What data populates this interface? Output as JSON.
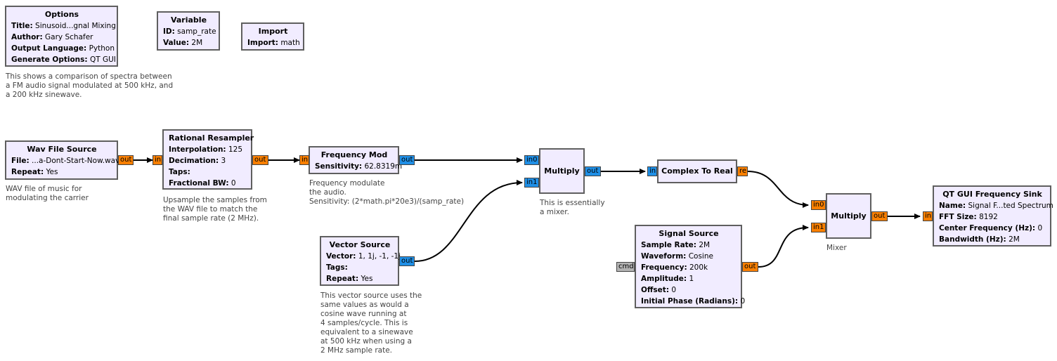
{
  "options": {
    "title": "Options",
    "params": [
      {
        "label": "Title:",
        "value": "Sinusoid...gnal Mixing"
      },
      {
        "label": "Author:",
        "value": "Gary Schafer"
      },
      {
        "label": "Output Language:",
        "value": "Python"
      },
      {
        "label": "Generate Options:",
        "value": "QT GUI"
      }
    ],
    "comment": "This shows a comparison of spectra between\na FM audio signal modulated at 500 kHz, and\na 200 kHz sinewave."
  },
  "variable": {
    "title": "Variable",
    "params": [
      {
        "label": "ID:",
        "value": "samp_rate"
      },
      {
        "label": "Value:",
        "value": "2M"
      }
    ]
  },
  "import": {
    "title": "Import",
    "params": [
      {
        "label": "Import:",
        "value": "math"
      }
    ]
  },
  "wav": {
    "title": "Wav File Source",
    "params": [
      {
        "label": "File:",
        "value": "...a-Dont-Start-Now.wav"
      },
      {
        "label": "Repeat:",
        "value": "Yes"
      }
    ],
    "out": "out",
    "comment": "WAV file of music for\nmodulating the carrier"
  },
  "resampler": {
    "title": "Rational Resampler",
    "params": [
      {
        "label": "Interpolation:",
        "value": "125"
      },
      {
        "label": "Decimation:",
        "value": "3"
      },
      {
        "label": "Taps:",
        "value": ""
      },
      {
        "label": "Fractional BW:",
        "value": "0"
      }
    ],
    "in": "in",
    "out": "out",
    "comment": "Upsample the samples from\nthe WAV file to match the\nfinal sample rate (2 MHz)."
  },
  "fmod": {
    "title": "Frequency Mod",
    "params": [
      {
        "label": "Sensitivity:",
        "value": "62.8319m"
      }
    ],
    "in": "in",
    "out": "out",
    "comment": "Frequency modulate\nthe audio.\nSensitivity: (2*math.pi*20e3)/(samp_rate)"
  },
  "vector": {
    "title": "Vector Source",
    "params": [
      {
        "label": "Vector:",
        "value": "1, 1j, -1, -1j"
      },
      {
        "label": "Tags:",
        "value": ""
      },
      {
        "label": "Repeat:",
        "value": "Yes"
      }
    ],
    "out": "out",
    "comment": "This vector source uses the\nsame values as would a\ncosine wave running at\n4 samples/cycle. This is\nequivalent to a sinewave\nat 500 kHz when using a\n2 MHz sample rate."
  },
  "mult1": {
    "title": "Multiply",
    "in0": "in0",
    "in1": "in1",
    "out": "out",
    "comment": "This is essentially\na mixer."
  },
  "c2r": {
    "title": "Complex To Real",
    "in": "in",
    "out": "re"
  },
  "sig": {
    "title": "Signal Source",
    "params": [
      {
        "label": "Sample Rate:",
        "value": "2M"
      },
      {
        "label": "Waveform:",
        "value": "Cosine"
      },
      {
        "label": "Frequency:",
        "value": "200k"
      },
      {
        "label": "Amplitude:",
        "value": "1"
      },
      {
        "label": "Offset:",
        "value": "0"
      },
      {
        "label": "Initial Phase (Radians):",
        "value": "0"
      }
    ],
    "cmd": "cmd",
    "out": "out"
  },
  "mult2": {
    "title": "Multiply",
    "in0": "in0",
    "in1": "in1",
    "out": "out",
    "comment": "Mixer"
  },
  "sink": {
    "title": "QT GUI Frequency Sink",
    "params": [
      {
        "label": "Name:",
        "value": "Signal F...ted Spectrum"
      },
      {
        "label": "FFT Size:",
        "value": "8192"
      },
      {
        "label": "Center Frequency (Hz):",
        "value": "0"
      },
      {
        "label": "Bandwidth (Hz):",
        "value": "2M"
      }
    ],
    "in": "in"
  },
  "colors": {
    "block_fill": "#f1ecff",
    "block_border": "#5f5f5f",
    "float_port": "#f97f00",
    "complex_port": "#1f8fe6",
    "message_port": "#b3b3b3"
  }
}
